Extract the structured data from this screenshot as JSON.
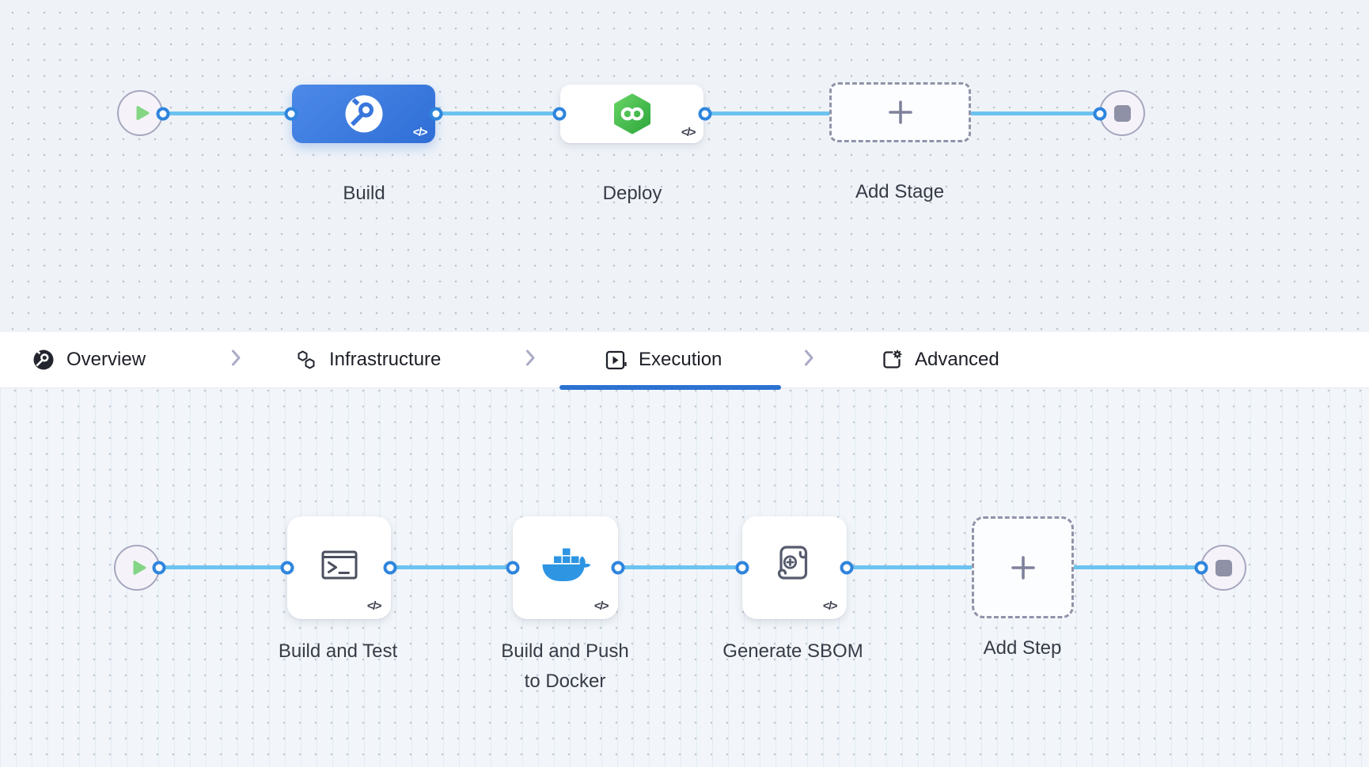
{
  "ui": {
    "code_badge": "</>"
  },
  "stage_pipeline": {
    "start_node_icon": "play-icon",
    "end_node_icon": "stop-icon",
    "stages": [
      {
        "label": "Build",
        "icon": "harness-ci-icon",
        "selected": true,
        "placeholder": false
      },
      {
        "label": "Deploy",
        "icon": "harness-cd-icon",
        "selected": false,
        "placeholder": false
      },
      {
        "label": "Add Stage",
        "icon": "plus-icon",
        "selected": false,
        "placeholder": true
      }
    ]
  },
  "settings_tabs": {
    "items": [
      {
        "label": "Overview",
        "icon": "overview-icon",
        "active": false
      },
      {
        "label": "Infrastructure",
        "icon": "infrastructure-icon",
        "active": false
      },
      {
        "label": "Execution",
        "icon": "execution-icon",
        "active": true
      },
      {
        "label": "Advanced",
        "icon": "advanced-icon",
        "active": false
      }
    ]
  },
  "step_pipeline": {
    "start_node_icon": "play-icon",
    "end_node_icon": "stop-icon",
    "steps": [
      {
        "label": "Build and Test",
        "label_lines": [
          "Build and Test"
        ],
        "icon": "terminal-icon",
        "placeholder": false
      },
      {
        "label": "Build and Push to Docker",
        "label_lines": [
          "Build and Push",
          "to Docker"
        ],
        "icon": "docker-icon",
        "placeholder": false
      },
      {
        "label": "Generate SBOM",
        "label_lines": [
          "Generate SBOM"
        ],
        "icon": "sbom-scroll-icon",
        "placeholder": false
      },
      {
        "label": "Add Step",
        "label_lines": [
          "Add Step"
        ],
        "icon": "plus-icon",
        "placeholder": true
      }
    ]
  },
  "colors": {
    "selected_stage_blue": "#3B7BE0",
    "deploy_green": "#49C150",
    "docker_blue": "#2E95E3",
    "connector_line": "#6CC3F0",
    "port_ring": "#2F85DD",
    "active_tab_underline": "#2B72D2",
    "canvas_top_bg": "#EFF3F8",
    "canvas_bottom_bg": "#F2F6FA",
    "start_play_green": "#84D685",
    "stop_square_gray": "#8F91A6"
  }
}
